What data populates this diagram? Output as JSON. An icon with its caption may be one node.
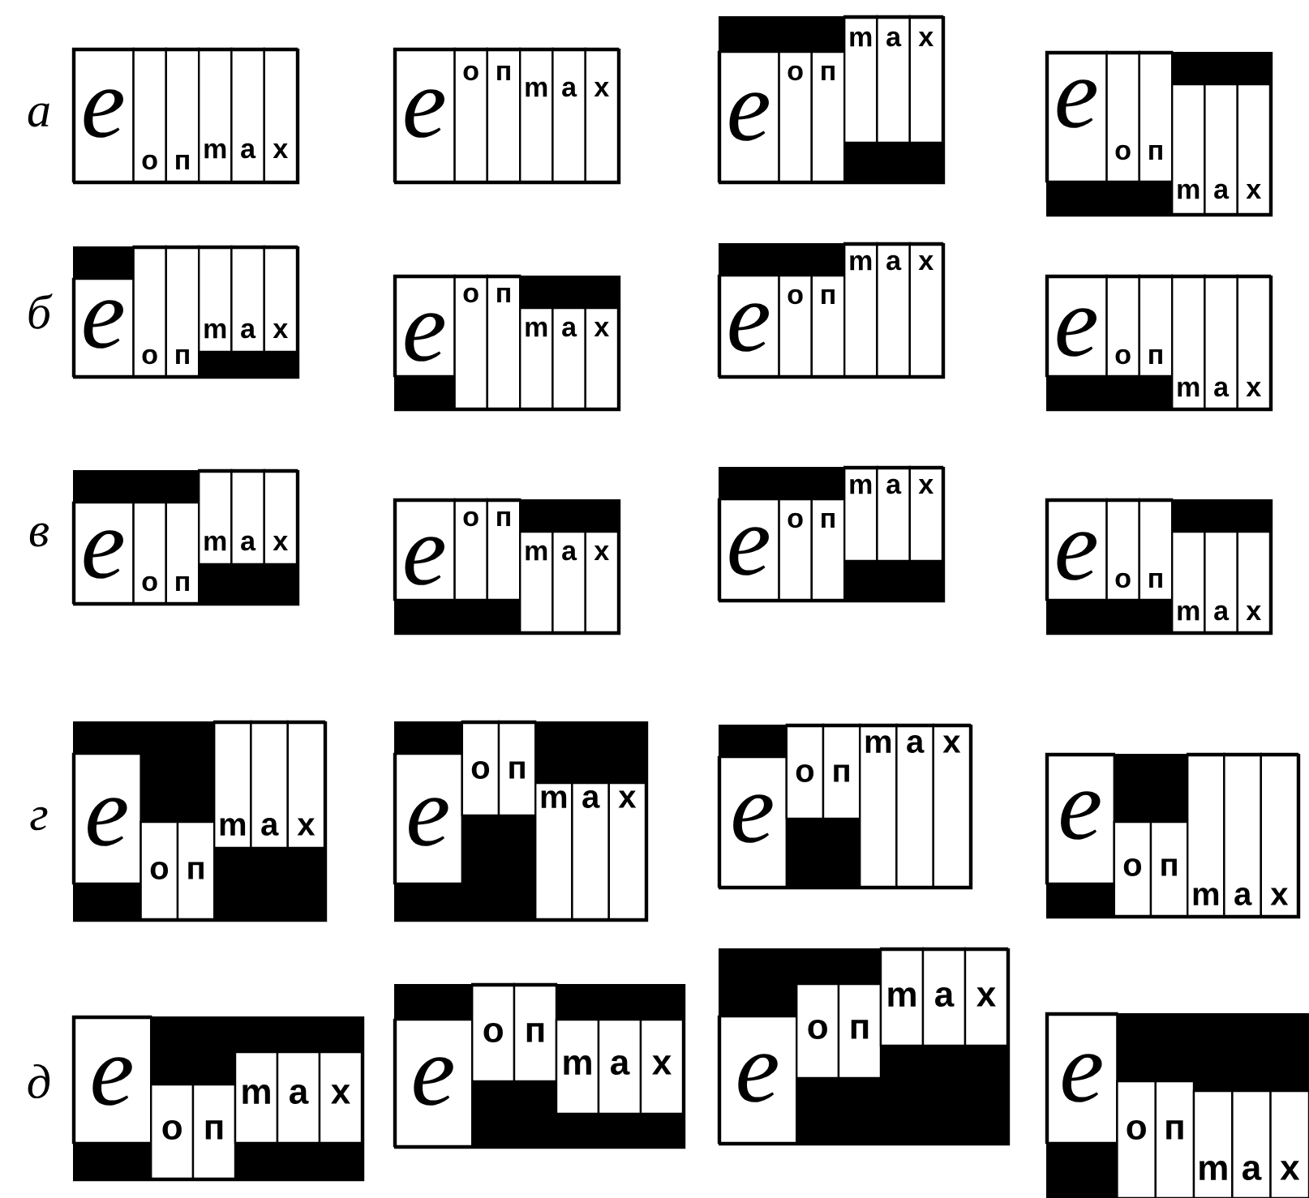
{
  "diagram": {
    "nodes": [
      {
        "text": [
          "e",
          "o",
          "п",
          "m",
          "a",
          "x"
        ]
      },
      {
        "text": [
          "e",
          "o",
          "п",
          "m",
          "a",
          "x"
        ]
      },
      {
        "text": [
          "e",
          "o",
          "п",
          "m",
          "a",
          "x"
        ]
      },
      {
        "text": [
          "e",
          "o",
          "п",
          "m",
          "a",
          "x"
        ]
      },
      {
        "text": [
          "e",
          "o",
          "п",
          "m",
          "a",
          "x"
        ]
      },
      {
        "text": [
          "e",
          "o",
          "п",
          "m",
          "a",
          "x"
        ]
      },
      {
        "text": [
          "e",
          "o",
          "п",
          "m",
          "a",
          "x"
        ]
      },
      {
        "text": [
          "e",
          "o",
          "п",
          "m",
          "a",
          "x"
        ]
      },
      {
        "text": [
          "e",
          "o",
          "п",
          "m",
          "a",
          "x"
        ]
      },
      {
        "text": [
          "e",
          "o",
          "п",
          "m",
          "a",
          "x"
        ]
      },
      {
        "text": [
          "e",
          "o",
          "п",
          "m",
          "a",
          "x"
        ]
      },
      {
        "text": [
          "e",
          "o",
          "п",
          "m",
          "a",
          "x"
        ]
      },
      {
        "text": [
          "e",
          "o",
          "п",
          "m",
          "a",
          "x"
        ]
      },
      {
        "text": [
          "e",
          "o",
          "п",
          "m",
          "a",
          "x"
        ]
      },
      {
        "text": [
          "e",
          "o",
          "п",
          "m",
          "a",
          "x"
        ]
      },
      {
        "text": [
          "e",
          "o",
          "п",
          "m",
          "a",
          "x"
        ]
      },
      {
        "text": [
          "e",
          "o",
          "п",
          "m",
          "a",
          "x"
        ]
      },
      {
        "text": [
          "e",
          "o",
          "п",
          "m",
          "a",
          "x"
        ]
      },
      {
        "text": [
          "e",
          "o",
          "п",
          "m",
          "a",
          "x"
        ]
      },
      {
        "text": [
          "e",
          "o",
          "п",
          "m",
          "a",
          "x"
        ]
      }
    ],
    "labels": [
      "а",
      "б",
      "в",
      "г",
      "д"
    ]
  }
}
